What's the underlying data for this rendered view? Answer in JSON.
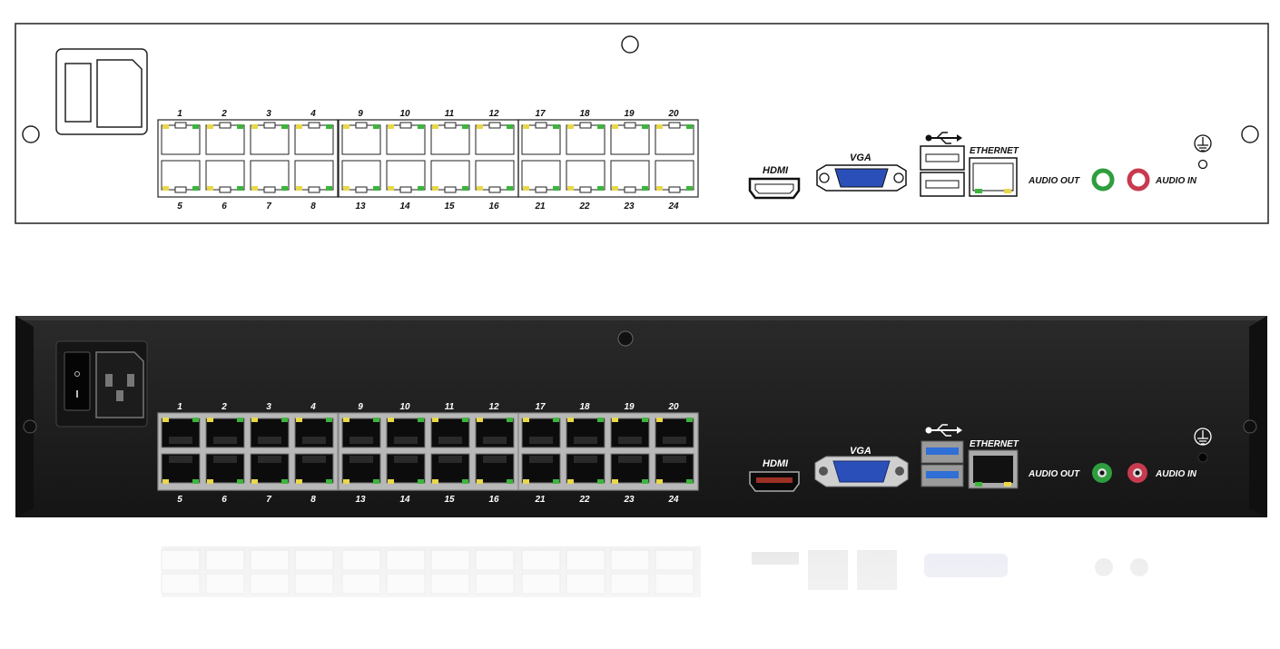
{
  "port_numbers": {
    "top_row": [
      "1",
      "2",
      "3",
      "4",
      "9",
      "10",
      "11",
      "12",
      "17",
      "18",
      "19",
      "20"
    ],
    "bottom_row": [
      "5",
      "6",
      "7",
      "8",
      "13",
      "14",
      "15",
      "16",
      "21",
      "22",
      "23",
      "24"
    ]
  },
  "labels": {
    "hdmi": "HDMI",
    "vga": "VGA",
    "ethernet": "ETHERNET",
    "audio_out": "AUDIO OUT",
    "audio_in": "AUDIO IN"
  },
  "icons": {
    "usb": "usb-icon",
    "ground": "ground-icon",
    "power_switch": "power-switch-icon",
    "power_inlet": "power-inlet-icon"
  },
  "colors": {
    "chassis": "#1e1e1e",
    "led_green": "#3db53d",
    "led_yellow": "#e8d84a",
    "audio_out": "#2e9e3e",
    "audio_in": "#c83a4e",
    "vga_blue": "#2b4fb8",
    "usb3_blue": "#2f6fd6"
  }
}
